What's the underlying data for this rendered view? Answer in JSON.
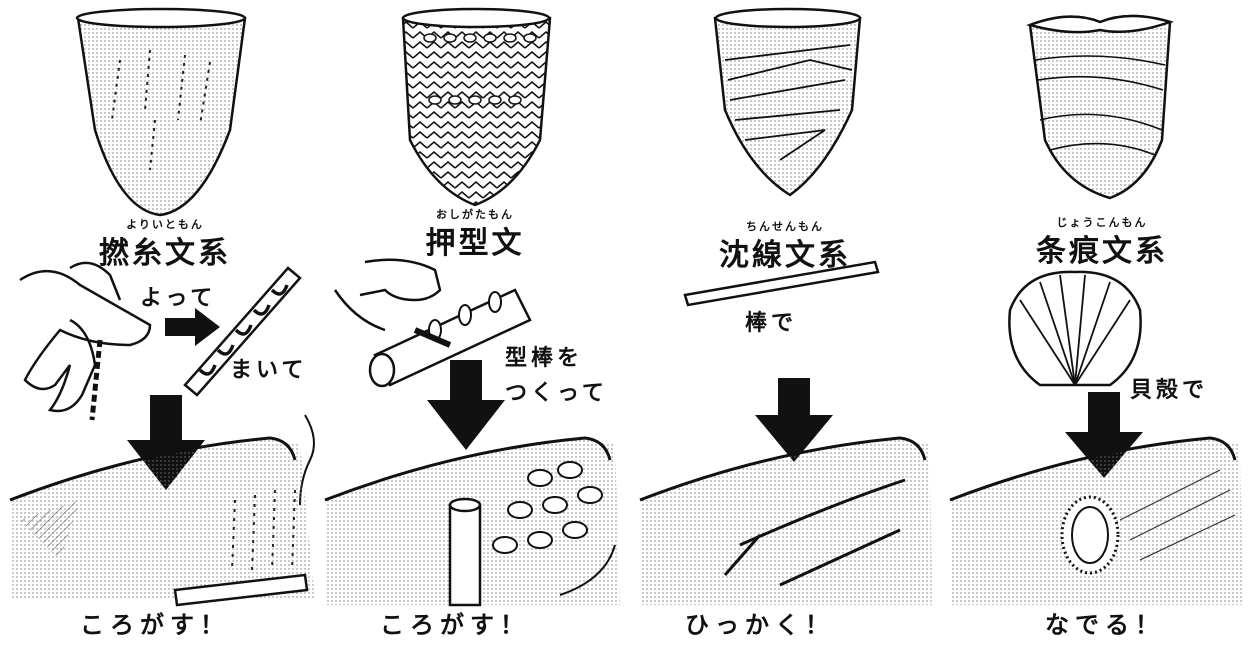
{
  "panels": [
    {
      "ruby": "よりいともん",
      "title": "撚糸文系",
      "steps": [
        "よって",
        "まいて"
      ],
      "verb": "ころがす！"
    },
    {
      "ruby": "おしがたもん",
      "title": "押型文",
      "steps": [
        "型棒を",
        "つくって"
      ],
      "verb": "ころがす！"
    },
    {
      "ruby": "ちんせんもん",
      "title": "沈線文系",
      "steps": [
        "棒で"
      ],
      "verb": "ひっかく！"
    },
    {
      "ruby": "じょうこんもん",
      "title": "条痕文系",
      "steps": [
        "貝殻で"
      ],
      "verb": "なでる！"
    }
  ]
}
